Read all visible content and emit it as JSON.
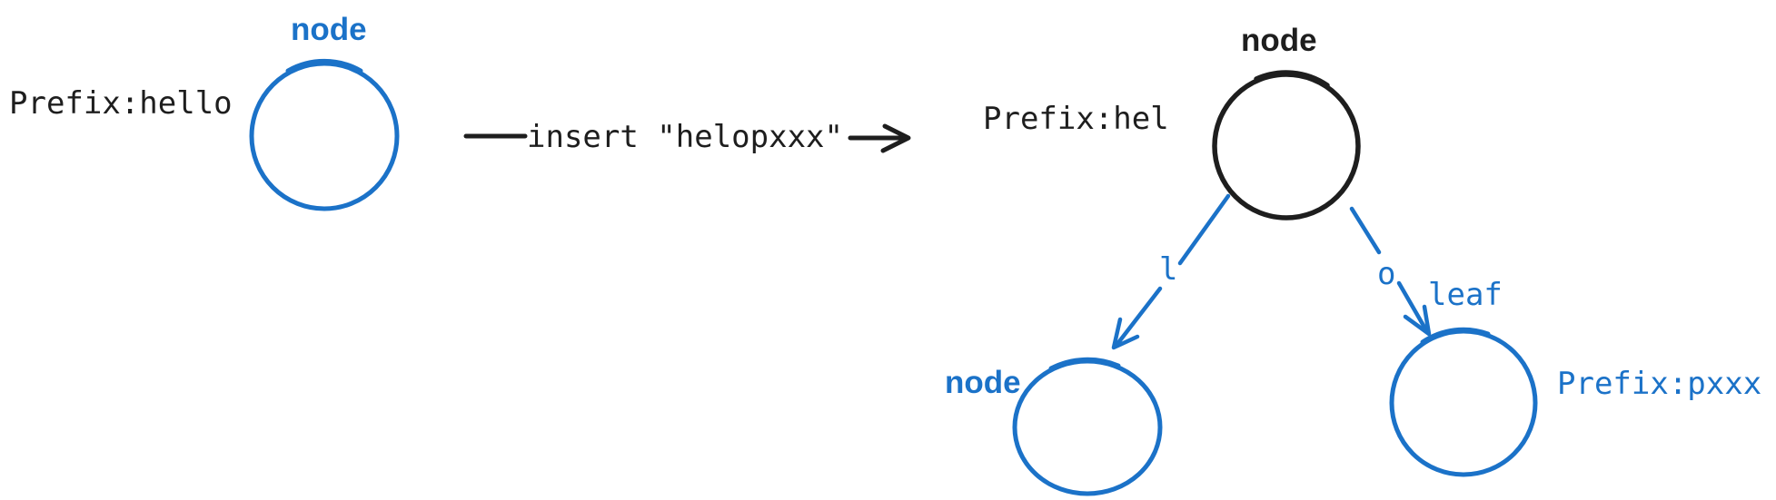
{
  "colors": {
    "blue": "#1b72c8",
    "ink": "#1e1e1e",
    "background": "#ffffff"
  },
  "before_tree": {
    "node": {
      "type_label": "node",
      "prefix_label": "Prefix:hello"
    }
  },
  "transition": {
    "arrow_label": "insert \"helopxxx\""
  },
  "after_tree": {
    "root": {
      "type_label": "node",
      "prefix_label": "Prefix:hel"
    },
    "edges": [
      {
        "label": "l"
      },
      {
        "label": "o"
      }
    ],
    "left_child": {
      "type_label": "node"
    },
    "right_child": {
      "type_label": "leaf",
      "prefix_label": "Prefix:pxxx"
    }
  }
}
